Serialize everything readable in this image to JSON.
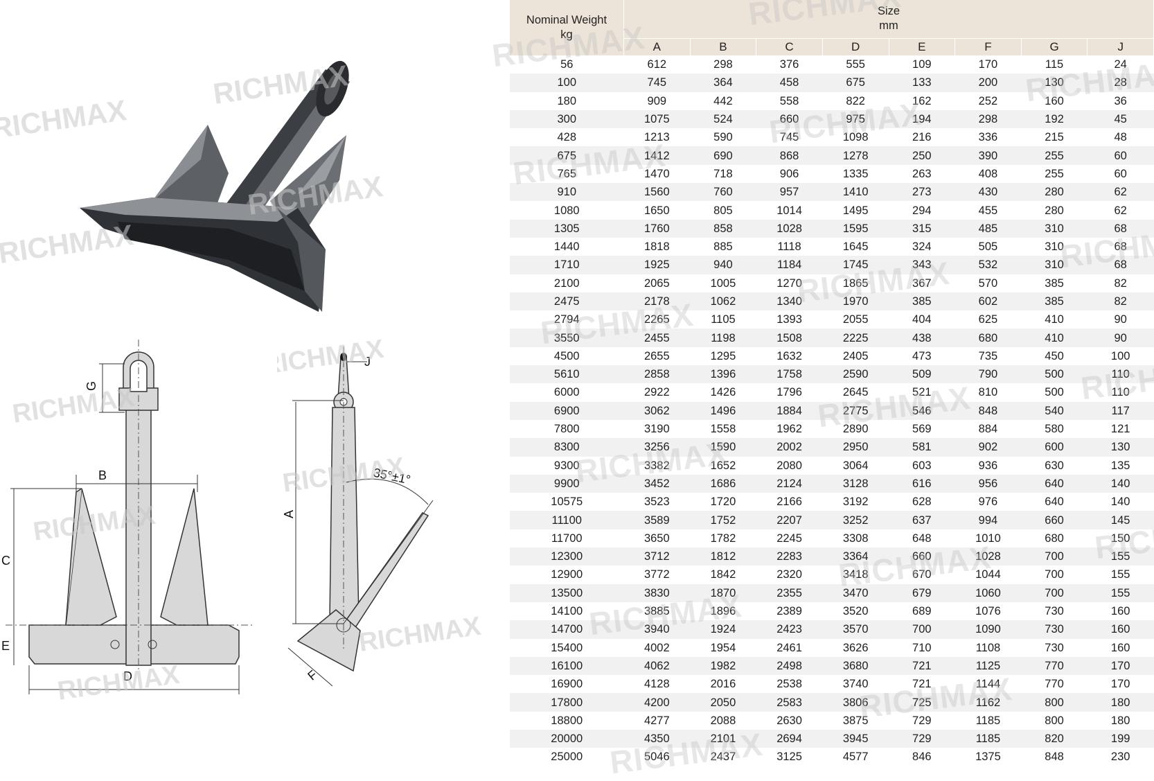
{
  "watermark": "RICHMAX",
  "drawing_labels": {
    "front": {
      "g": "G",
      "b": "B",
      "c": "C",
      "e": "E",
      "d": "D"
    },
    "side": {
      "j": "J",
      "a": "A",
      "angle": "35°±1°",
      "f": "F"
    }
  },
  "table": {
    "weight_header": [
      "Nominal Weight",
      "kg"
    ],
    "size_header": [
      "Size",
      "mm"
    ],
    "columns": [
      "A",
      "B",
      "C",
      "D",
      "E",
      "F",
      "G",
      "J"
    ],
    "rows": [
      [
        "56",
        "612",
        "298",
        "376",
        "555",
        "109",
        "170",
        "115",
        "24"
      ],
      [
        "100",
        "745",
        "364",
        "458",
        "675",
        "133",
        "200",
        "130",
        "28"
      ],
      [
        "180",
        "909",
        "442",
        "558",
        "822",
        "162",
        "252",
        "160",
        "36"
      ],
      [
        "300",
        "1075",
        "524",
        "660",
        "975",
        "194",
        "298",
        "192",
        "45"
      ],
      [
        "428",
        "1213",
        "590",
        "745",
        "1098",
        "216",
        "336",
        "215",
        "48"
      ],
      [
        "675",
        "1412",
        "690",
        "868",
        "1278",
        "250",
        "390",
        "255",
        "60"
      ],
      [
        "765",
        "1470",
        "718",
        "906",
        "1335",
        "263",
        "408",
        "255",
        "60"
      ],
      [
        "910",
        "1560",
        "760",
        "957",
        "1410",
        "273",
        "430",
        "280",
        "62"
      ],
      [
        "1080",
        "1650",
        "805",
        "1014",
        "1495",
        "294",
        "455",
        "280",
        "62"
      ],
      [
        "1305",
        "1760",
        "858",
        "1028",
        "1595",
        "315",
        "485",
        "310",
        "68"
      ],
      [
        "1440",
        "1818",
        "885",
        "1118",
        "1645",
        "324",
        "505",
        "310",
        "68"
      ],
      [
        "1710",
        "1925",
        "940",
        "1184",
        "1745",
        "343",
        "532",
        "310",
        "68"
      ],
      [
        "2100",
        "2065",
        "1005",
        "1270",
        "1865",
        "367",
        "570",
        "385",
        "82"
      ],
      [
        "2475",
        "2178",
        "1062",
        "1340",
        "1970",
        "385",
        "602",
        "385",
        "82"
      ],
      [
        "2794",
        "2265",
        "1105",
        "1393",
        "2055",
        "404",
        "625",
        "410",
        "90"
      ],
      [
        "3550",
        "2455",
        "1198",
        "1508",
        "2225",
        "438",
        "680",
        "410",
        "90"
      ],
      [
        "4500",
        "2655",
        "1295",
        "1632",
        "2405",
        "473",
        "735",
        "450",
        "100"
      ],
      [
        "5610",
        "2858",
        "1396",
        "1758",
        "2590",
        "509",
        "790",
        "500",
        "110"
      ],
      [
        "6000",
        "2922",
        "1426",
        "1796",
        "2645",
        "521",
        "810",
        "500",
        "110"
      ],
      [
        "6900",
        "3062",
        "1496",
        "1884",
        "2775",
        "546",
        "848",
        "540",
        "117"
      ],
      [
        "7800",
        "3190",
        "1558",
        "1962",
        "2890",
        "569",
        "884",
        "580",
        "121"
      ],
      [
        "8300",
        "3256",
        "1590",
        "2002",
        "2950",
        "581",
        "902",
        "600",
        "130"
      ],
      [
        "9300",
        "3382",
        "1652",
        "2080",
        "3064",
        "603",
        "936",
        "630",
        "135"
      ],
      [
        "9900",
        "3452",
        "1686",
        "2124",
        "3128",
        "616",
        "956",
        "640",
        "140"
      ],
      [
        "10575",
        "3523",
        "1720",
        "2166",
        "3192",
        "628",
        "976",
        "640",
        "140"
      ],
      [
        "11100",
        "3589",
        "1752",
        "2207",
        "3252",
        "637",
        "994",
        "660",
        "145"
      ],
      [
        "11700",
        "3650",
        "1782",
        "2245",
        "3308",
        "648",
        "1010",
        "680",
        "150"
      ],
      [
        "12300",
        "3712",
        "1812",
        "2283",
        "3364",
        "660",
        "1028",
        "700",
        "155"
      ],
      [
        "12900",
        "3772",
        "1842",
        "2320",
        "3418",
        "670",
        "1044",
        "700",
        "155"
      ],
      [
        "13500",
        "3830",
        "1870",
        "2355",
        "3470",
        "679",
        "1060",
        "700",
        "155"
      ],
      [
        "14100",
        "3885",
        "1896",
        "2389",
        "3520",
        "689",
        "1076",
        "730",
        "160"
      ],
      [
        "14700",
        "3940",
        "1924",
        "2423",
        "3570",
        "700",
        "1090",
        "730",
        "160"
      ],
      [
        "15400",
        "4002",
        "1954",
        "2461",
        "3626",
        "710",
        "1108",
        "730",
        "160"
      ],
      [
        "16100",
        "4062",
        "1982",
        "2498",
        "3680",
        "721",
        "1125",
        "770",
        "170"
      ],
      [
        "16900",
        "4128",
        "2016",
        "2538",
        "3740",
        "721",
        "1144",
        "770",
        "170"
      ],
      [
        "17800",
        "4200",
        "2050",
        "2583",
        "3806",
        "725",
        "1162",
        "800",
        "180"
      ],
      [
        "18800",
        "4277",
        "2088",
        "2630",
        "3875",
        "729",
        "1185",
        "800",
        "180"
      ],
      [
        "20000",
        "4350",
        "2101",
        "2694",
        "3945",
        "729",
        "1185",
        "820",
        "199"
      ],
      [
        "25000",
        "5046",
        "2437",
        "3125",
        "4577",
        "846",
        "1375",
        "848",
        "230"
      ]
    ]
  }
}
